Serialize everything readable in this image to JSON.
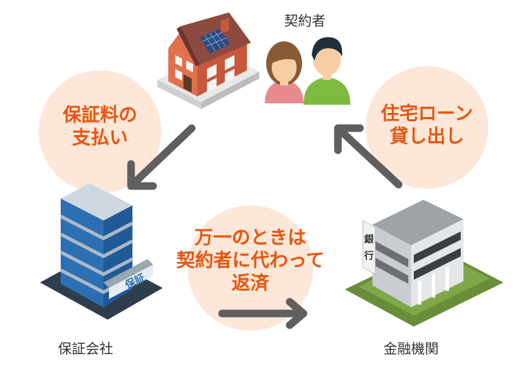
{
  "nodes": {
    "contractor": {
      "label": "契約者"
    },
    "guarantor": {
      "label": "保証会社",
      "building_sign": "保証"
    },
    "bank": {
      "label": "金融機関",
      "building_sign": [
        "銀",
        "行"
      ]
    }
  },
  "flows": {
    "fee_payment": {
      "lines": [
        "保証料の",
        "支払い"
      ]
    },
    "loan": {
      "lines": [
        "住宅ローン",
        "貸し出し"
      ]
    },
    "repayment": {
      "lines": [
        "万一のときは",
        "契約者に代わって",
        "返済"
      ]
    }
  },
  "colors": {
    "bubble": "#fde7d8",
    "bubble_text": "#e8560f",
    "arrow": "#5f5f5f"
  }
}
